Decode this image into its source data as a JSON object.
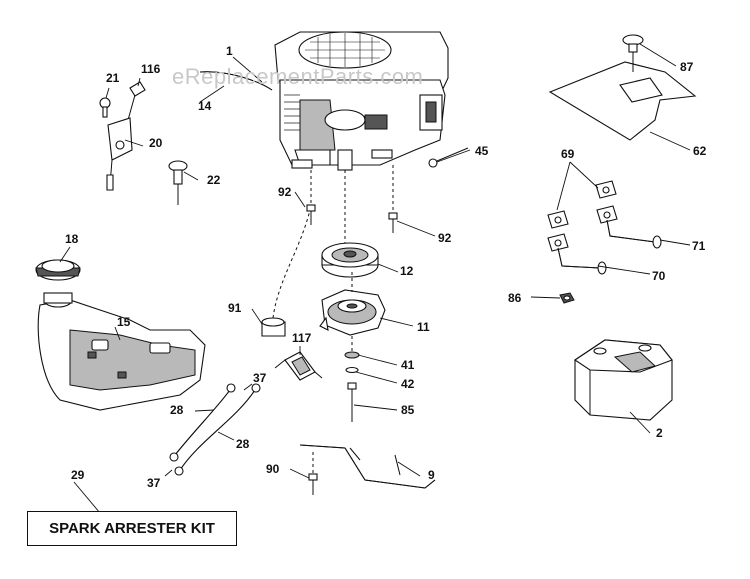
{
  "watermark": "eReplacementParts.com",
  "kit_label": "SPARK ARRESTER KIT",
  "part_numbers": {
    "p1": "1",
    "p2": "2",
    "p9": "9",
    "p11": "11",
    "p12": "12",
    "p14": "14",
    "p15": "15",
    "p18": "18",
    "p20": "20",
    "p21": "21",
    "p22": "22",
    "p28a": "28",
    "p28b": "28",
    "p29": "29",
    "p37a": "37",
    "p37b": "37",
    "p41": "41",
    "p42": "42",
    "p45": "45",
    "p62": "62",
    "p69": "69",
    "p70": "70",
    "p71": "71",
    "p85": "85",
    "p86": "86",
    "p87": "87",
    "p90": "90",
    "p91": "91",
    "p92a": "92",
    "p92b": "92",
    "p116": "116",
    "p117": "117"
  }
}
